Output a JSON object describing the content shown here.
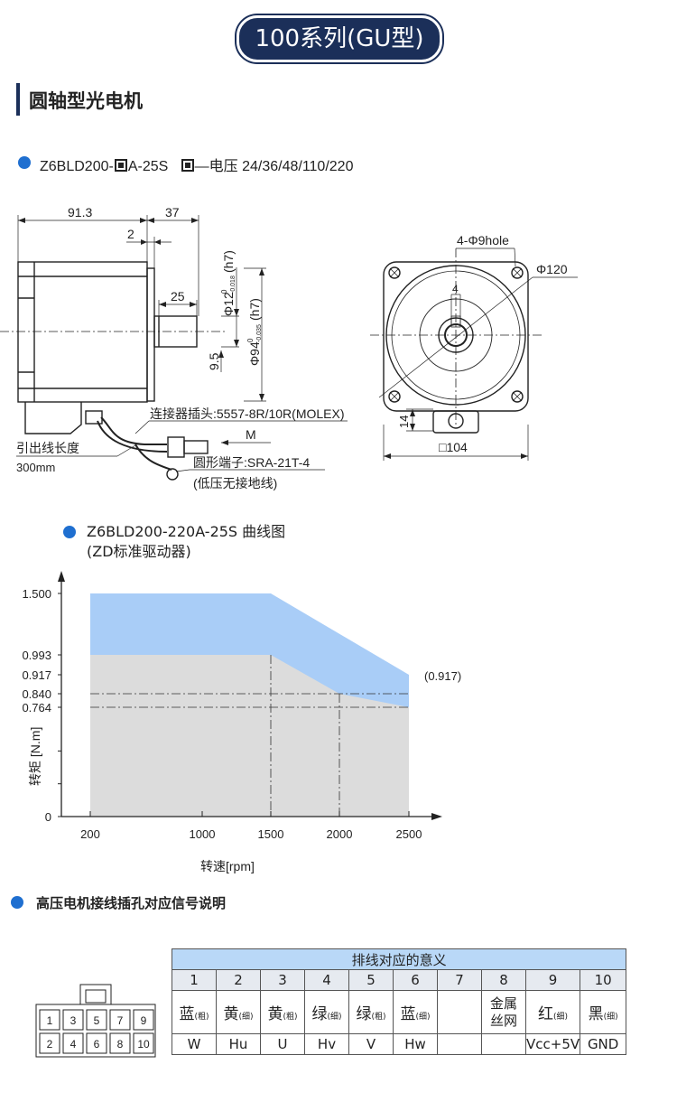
{
  "page_title": "100系列(GU型)",
  "section_title": "圆轴型光电机",
  "model": {
    "code_prefix": "Z6BLD200-",
    "code_suffix": "A-25S",
    "voltage_label": "—电压 24/36/48/110/220"
  },
  "drawing": {
    "dim_91_3": "91.3",
    "dim_37": "37",
    "dim_2": "2",
    "dim_25": "25",
    "dim_9_5": "9.5",
    "shaft_dia": "Φ12",
    "shaft_tol": "-0.018",
    "shaft_fit": "(h7)",
    "pilot_dia": "Φ94",
    "pilot_tol": "-0.035",
    "pilot_fit": "(h7)",
    "tol_zero": "0",
    "connector": "连接器插头:5557-8R/10R(MOLEX)",
    "m_label": "M",
    "lead_length": "引出线长度",
    "lead_length_value": "300mm",
    "terminal": "圆形端子:SRA-21T-4",
    "terminal_note": "(低压无接地线)",
    "holes": "4-Φ9hole",
    "pcd": "Φ120",
    "key_width": "4",
    "dim_14": "14",
    "square": "□104"
  },
  "curve": {
    "title": "Z6BLD200-220A-25S 曲线图",
    "subtitle": "(ZD标准驱动器)",
    "annotation": "(0.917)",
    "xlabel": "转速[rpm]",
    "ylabel": "转矩 [N.m]"
  },
  "chart_data": {
    "type": "area",
    "x_ticks": [
      200,
      1000,
      1500,
      2000,
      2500
    ],
    "y_ticks": [
      "0",
      "0.764",
      "0.840",
      "0.917",
      "0.993",
      "1.500"
    ],
    "xlabel": "转速[rpm]",
    "ylabel": "转矩 [N.m]",
    "series": [
      {
        "x": [
          200,
          1500,
          2500
        ],
        "y": [
          1.5,
          1.5,
          0.917
        ],
        "color": "#a9cdf7"
      },
      {
        "x": [
          200,
          1500,
          2000,
          2500
        ],
        "y": [
          0.993,
          0.993,
          0.84,
          0.764
        ],
        "color": "#dcdcdc"
      }
    ]
  },
  "signal": {
    "title": "高压电机接线插孔对应信号说明",
    "header": "排线对应的意义",
    "pins": [
      "1",
      "2",
      "3",
      "4",
      "5",
      "6",
      "7",
      "8",
      "9",
      "10"
    ],
    "colors": [
      {
        "c": "蓝",
        "n": "(粗)"
      },
      {
        "c": "黄",
        "n": "(细)"
      },
      {
        "c": "黄",
        "n": "(粗)"
      },
      {
        "c": "绿",
        "n": "(细)"
      },
      {
        "c": "绿",
        "n": "(粗)"
      },
      {
        "c": "蓝",
        "n": "(细)"
      },
      {
        "c": "",
        "n": ""
      },
      {
        "c": "金属丝网",
        "n": ""
      },
      {
        "c": "红",
        "n": "(细)"
      },
      {
        "c": "黑",
        "n": "(细)"
      }
    ],
    "signals": [
      "W",
      "Hu",
      "U",
      "Hv",
      "V",
      "Hw",
      "",
      "",
      "Vcc+5V",
      "GND"
    ],
    "connector_top": [
      "1",
      "3",
      "5",
      "7",
      "9"
    ],
    "connector_bottom": [
      "2",
      "4",
      "6",
      "8",
      "10"
    ]
  }
}
